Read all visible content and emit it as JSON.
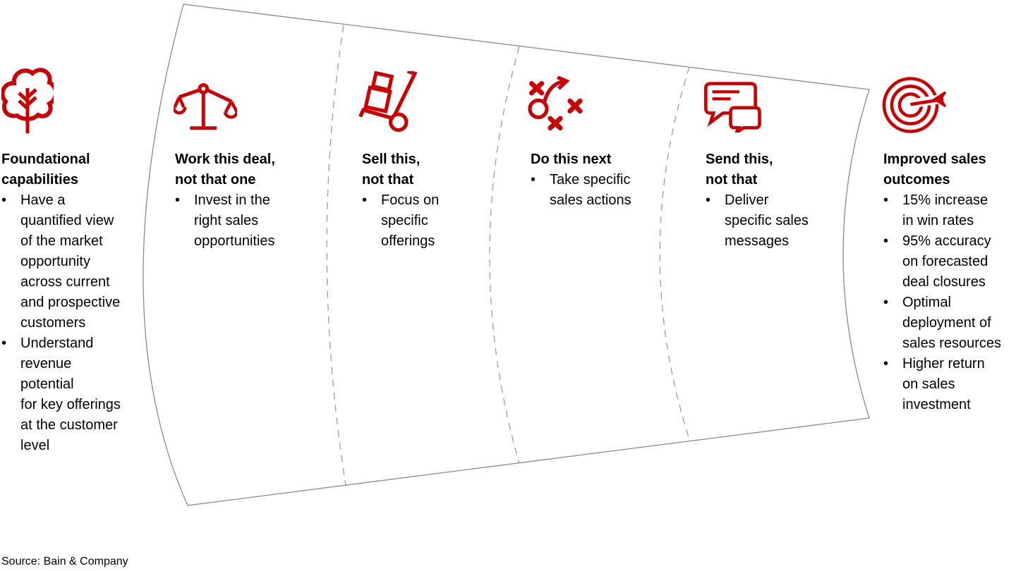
{
  "colors": {
    "accent_red": "#cc0000",
    "funnel_line": "#8a8a8a",
    "divider_dash": "#9b9b9b",
    "text": "#000000"
  },
  "columns": [
    {
      "id": "foundational-capabilities",
      "icon": "tree-icon",
      "title": "Foundational\ncapabilities",
      "bullets": [
        "Have a\nquantified view\nof the market\nopportunity\nacross current\nand prospective\ncustomers",
        "Understand\nrevenue\npotential\nfor key offerings\nat the customer\nlevel"
      ]
    },
    {
      "id": "work-this-deal",
      "icon": "scale-icon",
      "title": "Work this deal,\nnot that one",
      "bullets": [
        "Invest in the\nright sales\nopportunities"
      ]
    },
    {
      "id": "sell-this",
      "icon": "hand-truck-icon",
      "title": "Sell this,\nnot that",
      "bullets": [
        "Focus on\nspecific\nofferings"
      ]
    },
    {
      "id": "do-this-next",
      "icon": "strategy-play-icon",
      "title": "Do this next",
      "bullets": [
        "Take specific\nsales actions"
      ]
    },
    {
      "id": "send-this",
      "icon": "chat-bubbles-icon",
      "title": "Send this,\nnot that",
      "bullets": [
        "Deliver\nspecific sales\nmessages"
      ]
    },
    {
      "id": "improved-sales-outcomes",
      "icon": "target-arrow-icon",
      "title": "Improved sales\noutcomes",
      "bullets": [
        "15% increase\nin win rates",
        "95% accuracy\non forecasted\ndeal closures",
        "Optimal\ndeployment of\nsales resources",
        "Higher return\non sales\ninvestment"
      ]
    }
  ],
  "source": "Source: Bain & Company"
}
